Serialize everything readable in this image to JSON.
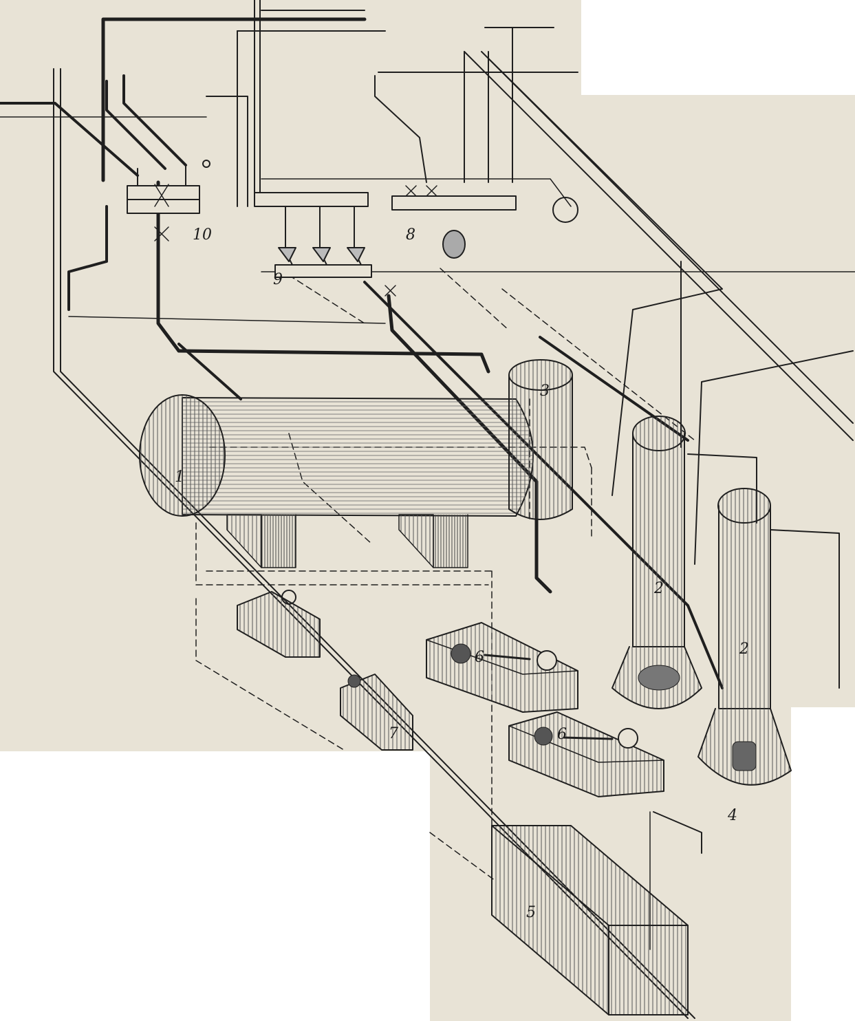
{
  "figure": {
    "background_color": "#e8e3d6",
    "ink_color": "#1f1f1f",
    "labels": {
      "tank_main": "1",
      "column_a": "2",
      "column_b": "2",
      "vessel_small": "3",
      "furnace_base": "4",
      "tank_ground": "5",
      "pump_upper": "6",
      "pump_lower": "6",
      "pump_left": "7",
      "manifold_right": "8",
      "manifold_middle": "9",
      "manifold_left": "10"
    }
  }
}
